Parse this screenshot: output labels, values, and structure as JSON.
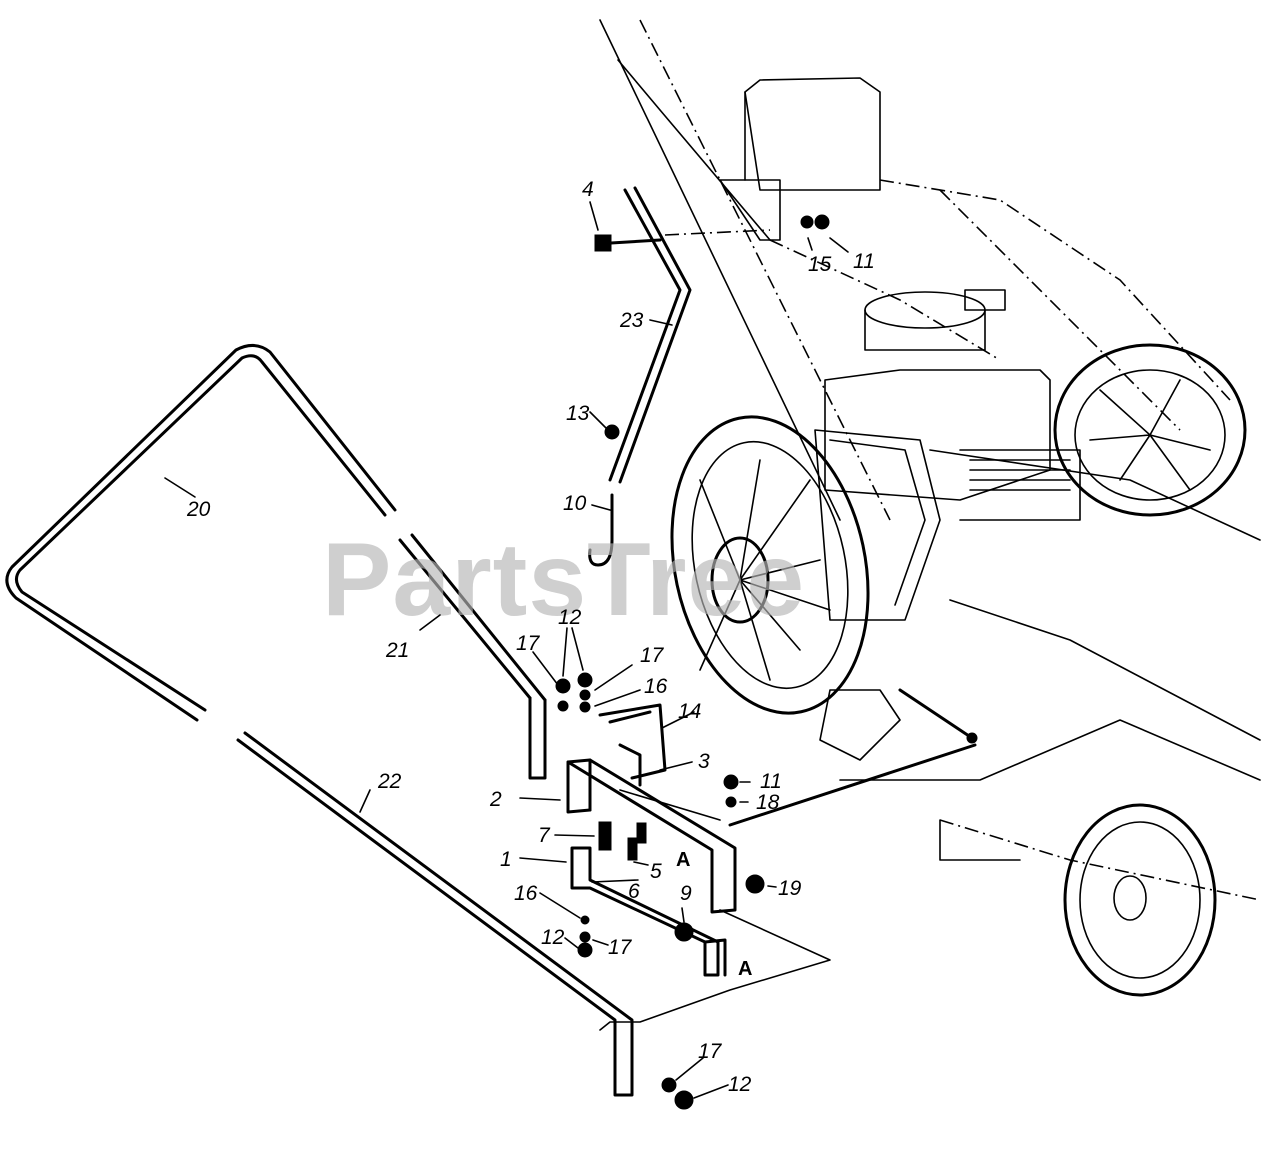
{
  "watermark": "PartsTree",
  "callouts": [
    {
      "id": "c1",
      "label": "1"
    },
    {
      "id": "c2",
      "label": "2"
    },
    {
      "id": "c3",
      "label": "3"
    },
    {
      "id": "c4",
      "label": "4"
    },
    {
      "id": "c5",
      "label": "5"
    },
    {
      "id": "c6",
      "label": "6"
    },
    {
      "id": "c7",
      "label": "7"
    },
    {
      "id": "c9",
      "label": "9"
    },
    {
      "id": "c10",
      "label": "10"
    },
    {
      "id": "c11a",
      "label": "11"
    },
    {
      "id": "c11b",
      "label": "11"
    },
    {
      "id": "c12a",
      "label": "12"
    },
    {
      "id": "c12b",
      "label": "12"
    },
    {
      "id": "c12c",
      "label": "12"
    },
    {
      "id": "c13",
      "label": "13"
    },
    {
      "id": "c14",
      "label": "14"
    },
    {
      "id": "c15",
      "label": "15"
    },
    {
      "id": "c16a",
      "label": "16"
    },
    {
      "id": "c16b",
      "label": "16"
    },
    {
      "id": "c17a",
      "label": "17"
    },
    {
      "id": "c17b",
      "label": "17"
    },
    {
      "id": "c17c",
      "label": "17"
    },
    {
      "id": "c17d",
      "label": "17"
    },
    {
      "id": "c18",
      "label": "18"
    },
    {
      "id": "c19",
      "label": "19"
    },
    {
      "id": "c20",
      "label": "20"
    },
    {
      "id": "c21",
      "label": "21"
    },
    {
      "id": "c22",
      "label": "22"
    },
    {
      "id": "c23",
      "label": "23"
    }
  ],
  "reference_marks": [
    {
      "id": "refA1",
      "label": "A"
    },
    {
      "id": "refA2",
      "label": "A"
    }
  ]
}
